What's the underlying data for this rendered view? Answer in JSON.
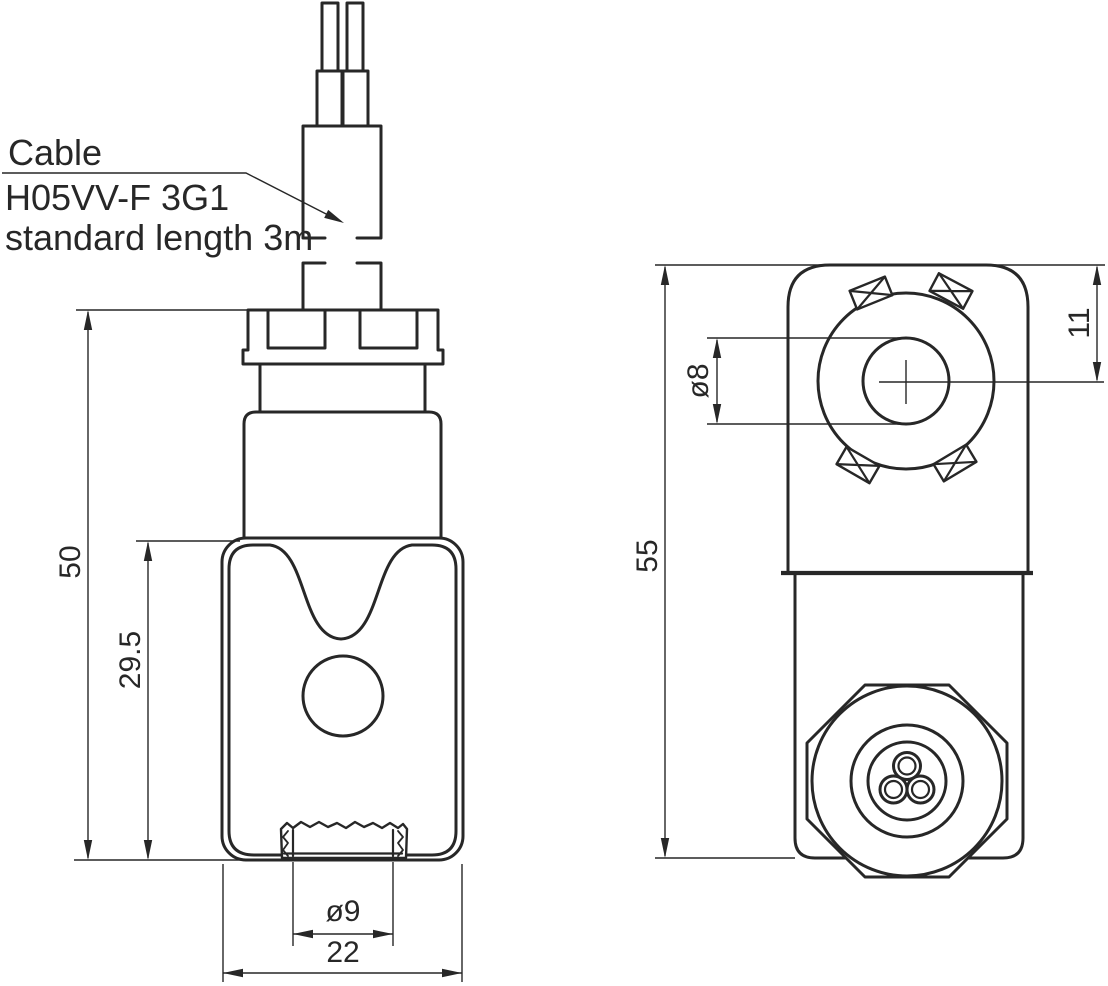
{
  "colors": {
    "line": "#272727",
    "background": "#ffffff"
  },
  "callout": {
    "label": "Cable",
    "cable_type": "H05VV-F 3G1",
    "cable_length": "standard length 3m"
  },
  "front_view": {
    "description": "front view of solenoid coil connector with moulded cable",
    "dims": {
      "total_height": "50",
      "body_height": "29.5",
      "tube_diameter": "ø9",
      "body_width": "22"
    }
  },
  "side_view": {
    "description": "side view with armature hole and cable gland",
    "dims": {
      "total_height": "55",
      "hole_diameter": "ø8",
      "hole_center_offset": "11"
    }
  }
}
